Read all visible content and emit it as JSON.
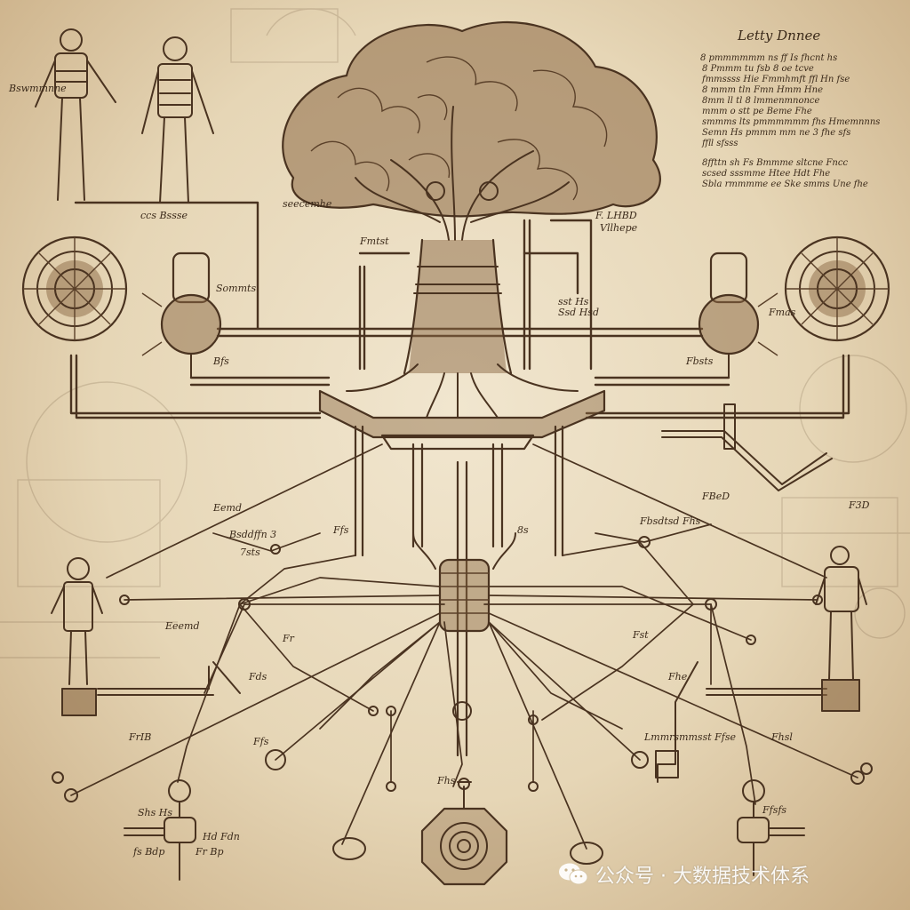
{
  "header": {
    "title": "Letty Dnnee"
  },
  "notes": {
    "lines": [
      "8 pmmmmmm ns ff Is fhcnt hs",
      "8 Pmmm tu fsb 8 oe tcve",
      "fmmssss Hie Fmmhmft ffl Hn fse",
      "8 mmm tln Fmn Hmm Hne",
      "8mm ll tl 8 lmmenmnonce",
      "mmm o stt pe Beme Fhe",
      "smmms lts pmmmmmm fhs Hmemnnns",
      "Semn Hs pmmm mm ne 3 fhe sfs",
      "ffll sfsss",
      "8ffttn sh Fs Bmmme sltcne Fncc",
      "scsed sssmme Htee Hdt Fhe",
      "Sbla rmmmme ee Ske smms Une fhe"
    ]
  },
  "labels": {
    "upper_left_1": "Bswmmnne",
    "upper_left_2": "ccs Bssse",
    "upper_center": "seecemhe",
    "pipe_label_1": "Fmtst",
    "pipe_label_2": "F. LHBD",
    "pipe_label_3": "Vllhepe",
    "bearing_left": "Sommts",
    "mid_left": "sst Hs",
    "mid_center": "Ssd Hsd",
    "right_valve": "Fmas",
    "left_emblem": "Bfs",
    "right_emblem": "Fbsts",
    "cable_1": "Eemd",
    "cable_2": "Bsddffn 3",
    "cable_3": "7sts",
    "cable_4": "Ffs",
    "cable_5": "8s",
    "cable_6": "Fbsdtsd Fhs",
    "right_mid": "FBeD",
    "right_mid_2": "F3D",
    "low_left": "Eeemd",
    "low_center": "Fr",
    "low_left_2": "Fds",
    "low_right": "Fst",
    "low_right_2": "Fhe",
    "bottom_left": "FrIB",
    "bottom_center_left": "Ffs",
    "bottom_center": "Fhs",
    "bottom_right_1": "Lmmrsmmsst Ffse",
    "bottom_right_2": "Fhsl",
    "base_left_1": "Hd Fdn",
    "base_left_2": "Shs Hs",
    "base_right": "Ffsfs",
    "foot_left_1": "fs Bdp",
    "foot_left_2": "Fr Bp"
  },
  "watermark": {
    "text": "公众号 · 大数据技术体系",
    "icon": "wechat-icon"
  },
  "palette": {
    "paper": "#e9dcc2",
    "ink": "#4a3320",
    "shade": "#8c6a45"
  }
}
